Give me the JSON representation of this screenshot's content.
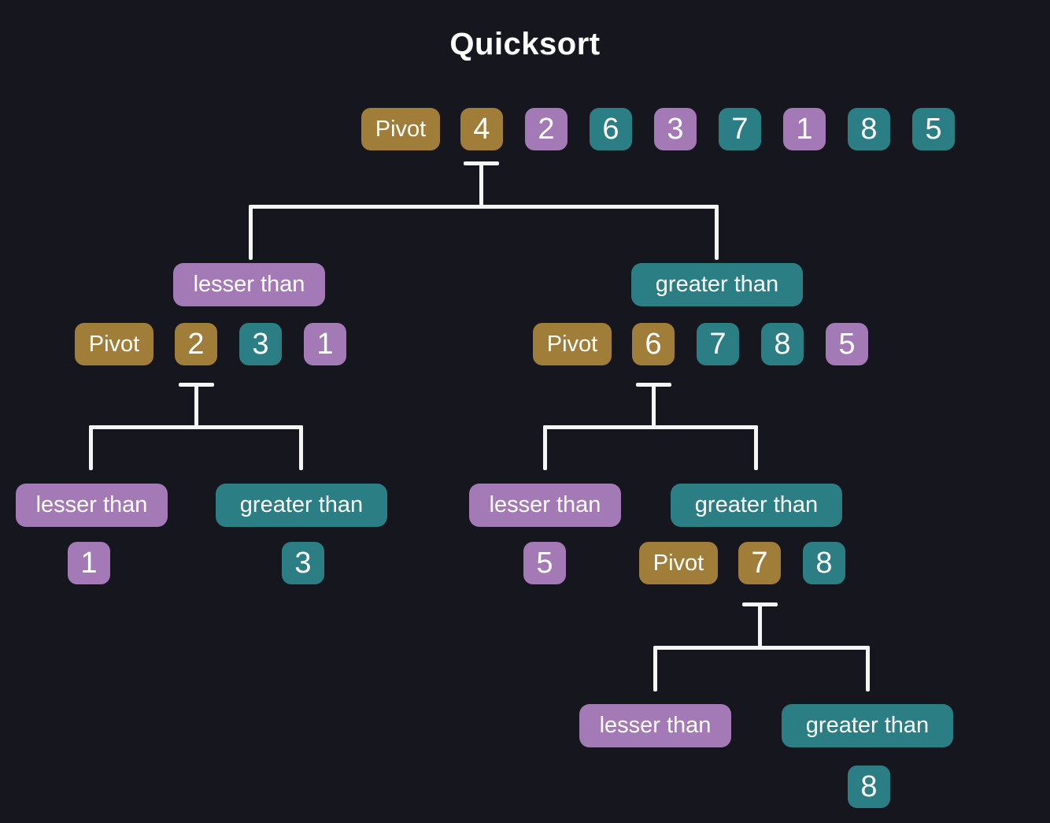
{
  "title": "Quicksort",
  "colors": {
    "background": "#16161f",
    "gold": "#a07d38",
    "purple": "#a47ab6",
    "teal": "#2b7f84",
    "line": "#f5f5f5",
    "text": "#ffffff"
  },
  "nodes": {
    "root": {
      "pivot": {
        "text": "Pivot",
        "color": "gold"
      },
      "items": [
        {
          "text": "4",
          "color": "gold"
        },
        {
          "text": "2",
          "color": "purple"
        },
        {
          "text": "6",
          "color": "teal"
        },
        {
          "text": "3",
          "color": "purple"
        },
        {
          "text": "7",
          "color": "teal"
        },
        {
          "text": "1",
          "color": "purple"
        },
        {
          "text": "8",
          "color": "teal"
        },
        {
          "text": "5",
          "color": "teal"
        }
      ]
    },
    "left": {
      "label": {
        "text": "lesser than",
        "color": "purple"
      },
      "pivot": {
        "text": "Pivot",
        "color": "gold"
      },
      "items": [
        {
          "text": "2",
          "color": "gold"
        },
        {
          "text": "3",
          "color": "teal"
        },
        {
          "text": "1",
          "color": "purple"
        }
      ]
    },
    "right": {
      "label": {
        "text": "greater than",
        "color": "teal"
      },
      "pivot": {
        "text": "Pivot",
        "color": "gold"
      },
      "items": [
        {
          "text": "6",
          "color": "gold"
        },
        {
          "text": "7",
          "color": "teal"
        },
        {
          "text": "8",
          "color": "teal"
        },
        {
          "text": "5",
          "color": "purple"
        }
      ]
    },
    "left_left": {
      "label": {
        "text": "lesser than",
        "color": "purple"
      },
      "items": [
        {
          "text": "1",
          "color": "purple"
        }
      ]
    },
    "left_right": {
      "label": {
        "text": "greater than",
        "color": "teal"
      },
      "items": [
        {
          "text": "3",
          "color": "teal"
        }
      ]
    },
    "right_left": {
      "label": {
        "text": "lesser than",
        "color": "purple"
      },
      "items": [
        {
          "text": "5",
          "color": "purple"
        }
      ]
    },
    "right_right": {
      "label": {
        "text": "greater than",
        "color": "teal"
      },
      "pivot": {
        "text": "Pivot",
        "color": "gold"
      },
      "items": [
        {
          "text": "7",
          "color": "gold"
        },
        {
          "text": "8",
          "color": "teal"
        }
      ]
    },
    "rr_left": {
      "label": {
        "text": "lesser than",
        "color": "purple"
      },
      "items": []
    },
    "rr_right": {
      "label": {
        "text": "greater than",
        "color": "teal"
      },
      "items": [
        {
          "text": "8",
          "color": "teal"
        }
      ]
    }
  }
}
